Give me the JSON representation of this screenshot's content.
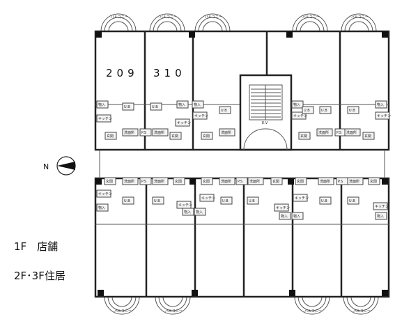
{
  "plan": {
    "unit_numbers": [
      "209",
      "310"
    ],
    "north_label": "N",
    "legend": [
      "1F　店舗",
      "2F･3F住居"
    ],
    "balcony_label": "バルコニー",
    "elevator_label": "E.V",
    "fixture_labels": {
      "storage": "物入",
      "kitchen": "キッチン",
      "entrance": "玄関",
      "washroom": "洗面所",
      "bath": "U.B",
      "pipe_space": "P.S"
    }
  }
}
